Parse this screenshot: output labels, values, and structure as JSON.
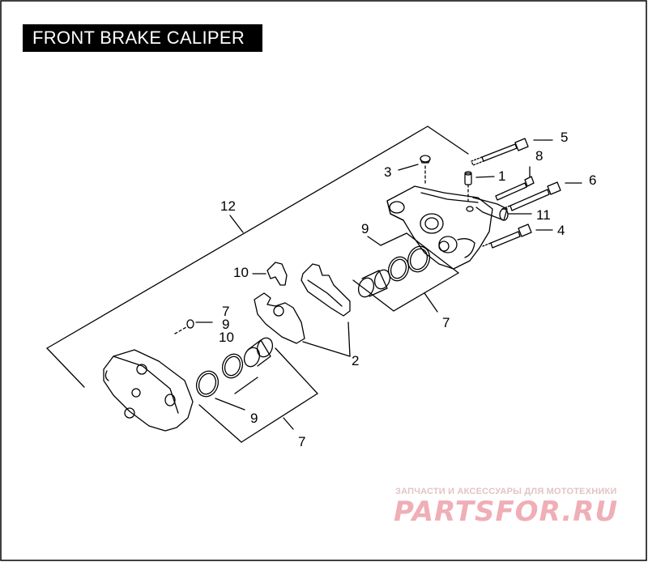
{
  "title": "FRONT BRAKE CALIPER",
  "callouts": {
    "c1": "1",
    "c2": "2",
    "c3": "3",
    "c4": "4",
    "c5": "5",
    "c6": "6",
    "c7a": "7",
    "c7b": "7",
    "c7c": "7",
    "c8": "8",
    "c9a": "9",
    "c9b": "9",
    "c9c": "9",
    "c10a": "10",
    "c10b": "10",
    "c11": "11",
    "c12": "12"
  },
  "watermark": {
    "subtitle": "ЗАПЧАСТИ И АКСЕССУАРЫ ДЛЯ МОТОТЕХНИКИ",
    "logo": "PARTSFOR.RU"
  },
  "colors": {
    "line": "#000000",
    "title_bg": "#000000",
    "title_fg": "#ffffff",
    "watermark": "#f0aeb6"
  }
}
